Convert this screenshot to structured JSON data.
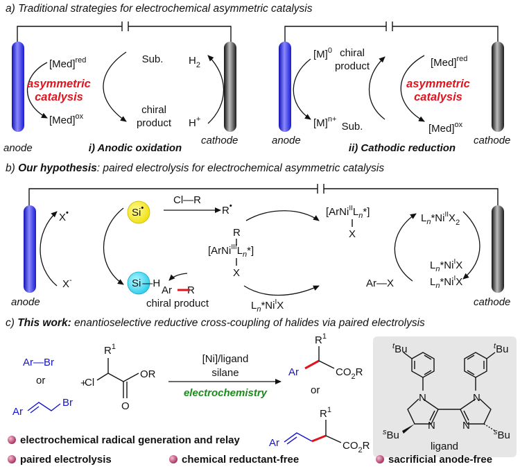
{
  "panel_a": {
    "heading": "a) Traditional strategies for electrochemical asymmetric catalysis",
    "left": {
      "med_red": "[Med]",
      "med_red_sup": "red",
      "med_ox": "[Med]",
      "med_ox_sup": "ox",
      "asym1": "asymmetric",
      "asym2": "catalysis",
      "sub": "Sub.",
      "chiral1": "chiral",
      "chiral2": "product",
      "h2": "H",
      "h2_sub": "2",
      "hplus": "H",
      "hplus_sup": "+",
      "anode": "anode",
      "cathode": "cathode",
      "caption": "i) Anodic oxidation"
    },
    "right": {
      "m0": "[M]",
      "m0_sup": "0",
      "mn": "[M]",
      "mn_sup": "n+",
      "chiral1": "chiral",
      "chiral2": "product",
      "sub": "Sub.",
      "med_red": "[Med]",
      "med_red_sup": "red",
      "med_ox": "[Med]",
      "med_ox_sup": "ox",
      "asym1": "asymmetric",
      "asym2": "catalysis",
      "anode": "anode",
      "cathode": "cathode",
      "caption": "ii) Cathodic reduction"
    }
  },
  "panel_b": {
    "heading_prefix": "b) ",
    "heading_bold": "Our hypothesis",
    "heading_rest": ": paired electrolysis for electrochemical asymmetric catalysis",
    "x_rad": "X",
    "x_rad_sup": "•",
    "x_minus": "X",
    "x_minus_sup": "-",
    "si_rad": "Si",
    "si_rad_sup": "•",
    "si_h": "Si",
    "si_h_tail": "—H",
    "clr": "Cl—R",
    "r_rad": "R",
    "r_rad_sup": "•",
    "ni3_r": "R",
    "ni3_main": "[ArNi",
    "ni3_sup": "III",
    "ni3_tail": "L",
    "ni3_n": "n",
    "ni3_end": "*]",
    "ni3_x": "X",
    "ni2_main": "[ArNi",
    "ni2_sup": "II",
    "ni2_tail": "L",
    "ni2_n": "n",
    "ni2_end": "*]",
    "ni2_x": "X",
    "ar_r": "Ar",
    "ar_r_tail": "R",
    "chiral_product": "chiral product",
    "ni1_bottom": "L",
    "ni1_bottom_n": "n",
    "ni1_bottom_rest": "*Ni",
    "ni1_bottom_sup": "I",
    "ni1_bottom_x": "X",
    "ar_x": "Ar—X",
    "nix2": "L",
    "nix2_n": "n",
    "nix2_rest": "*Ni",
    "nix2_sup": "II",
    "nix2_x": "X",
    "nix2_sub": "2",
    "nixa": "L",
    "nixa_n": "n",
    "nixa_rest": "*Ni",
    "nixa_sup": "I",
    "nixa_x": "X",
    "nixb": "L",
    "nixb_n": "n",
    "nixb_rest": "*Ni",
    "nixb_sup": "I",
    "nixb_x": "X",
    "anode": "anode",
    "cathode": "cathode"
  },
  "panel_c": {
    "heading_prefix": "c) ",
    "heading_bold": "This work:",
    "heading_rest": " enantioselective reductive cross-coupling of halides via paired electrolysis",
    "ar_br": "Ar—Br",
    "or1": "or",
    "vinyl_ar": "Ar",
    "vinyl_br": "Br",
    "plus": "+",
    "r1": "R",
    "r1_sup": "1",
    "cl": "Cl",
    "or_ester": "OR",
    "o": "O",
    "reagent1": "[Ni]/ligand",
    "reagent2": "silane",
    "reagent3": "electrochemistry",
    "prod1_ar": "Ar",
    "prod1_r1": "R",
    "prod1_r1_sup": "1",
    "prod1_co2r": "CO",
    "prod1_co2r_sub": "2",
    "prod1_co2r_end": "R",
    "or2": "or",
    "prod2_ar": "Ar",
    "prod2_r1": "R",
    "prod2_r1_sup": "1",
    "prod2_co2r": "CO",
    "prod2_co2r_sub": "2",
    "prod2_co2r_end": "R",
    "ligand": "ligand",
    "tbu1": "Bu",
    "tbu1_pre": "t",
    "tbu2": "Bu",
    "tbu2_pre": "t",
    "sbu1": "Bu",
    "sbu1_pre": "s",
    "sbu2": "Bu",
    "sbu2_pre": "s",
    "n_label": "N",
    "bullets": [
      "electrochemical radical generation and relay",
      "paired  electrolysis",
      "chemical reductant-free",
      "sacrificial anode-free"
    ]
  },
  "colors": {
    "anode": "#2020e0",
    "cathode": "#333333",
    "red_text": "#e0141e",
    "green_text": "#1a8a1a",
    "blue_text": "#1414d0",
    "si_radical": "#f2ea1c",
    "si_h": "#29d3ee",
    "bullet": "#c2406e",
    "ligand_box": "#e6e6e6"
  }
}
